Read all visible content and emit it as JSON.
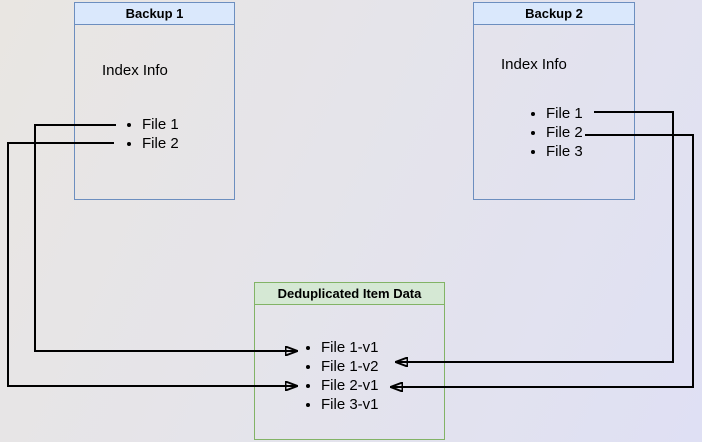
{
  "diagram": {
    "backup1": {
      "title": "Backup 1",
      "subtitle": "Index Info",
      "items": [
        "File 1",
        "File 2"
      ]
    },
    "backup2": {
      "title": "Backup 2",
      "subtitle": "Index Info",
      "items": [
        "File 1",
        "File 2",
        "File 3"
      ]
    },
    "dedup": {
      "title": "Deduplicated Item Data",
      "items": [
        "File 1-v1",
        "File 1-v2",
        "File 2-v1",
        "File 3-v1"
      ]
    },
    "connections": [
      {
        "from": "Backup 1 / File 1",
        "to": "File 1-v1"
      },
      {
        "from": "Backup 1 / File 2",
        "to": "File 2-v1"
      },
      {
        "from": "Backup 2 / File 1",
        "to": "File 1-v2"
      },
      {
        "from": "Backup 2 / File 2",
        "to": "File 2-v1"
      }
    ],
    "colors": {
      "backup_border": "#6c8ebf",
      "backup_header_bg": "#dae8fc",
      "dedup_border": "#82b366",
      "dedup_header_bg": "#d5e8d4",
      "connector_line": "#000000",
      "text": "#000000"
    }
  }
}
